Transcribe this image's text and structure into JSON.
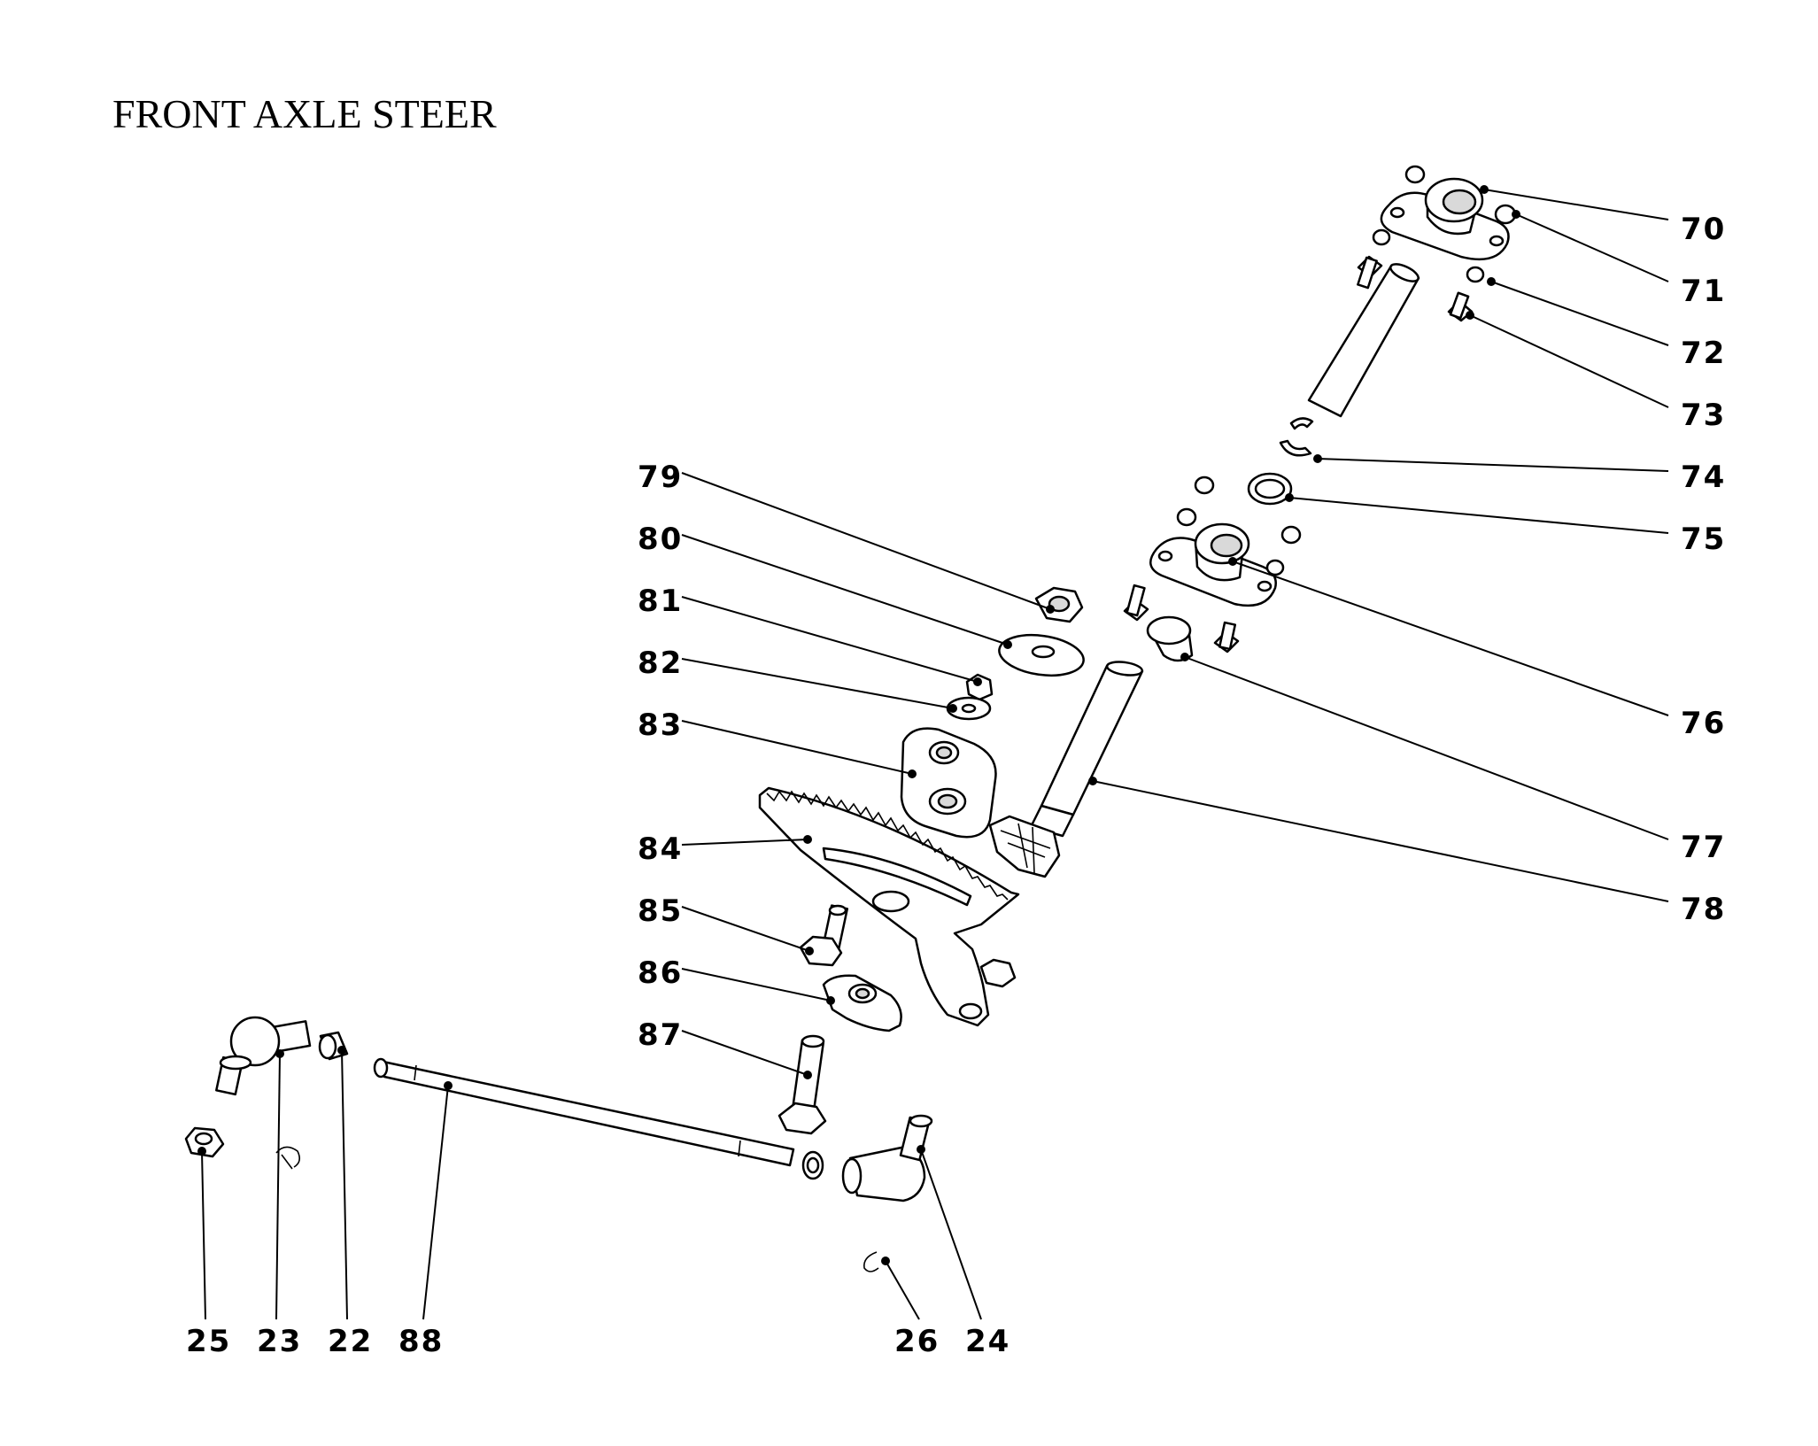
{
  "title": "FRONT AXLE STEER",
  "callouts": {
    "p70": "70",
    "p71": "71",
    "p72": "72",
    "p73": "73",
    "p74": "74",
    "p75": "75",
    "p76": "76",
    "p77": "77",
    "p78": "78",
    "p79": "79",
    "p80": "80",
    "p81": "81",
    "p82": "82",
    "p83": "83",
    "p84": "84",
    "p85": "85",
    "p86": "86",
    "p87": "87",
    "p25": "25",
    "p23": "23",
    "p22": "22",
    "p88": "88",
    "p26": "26",
    "p24": "24"
  }
}
